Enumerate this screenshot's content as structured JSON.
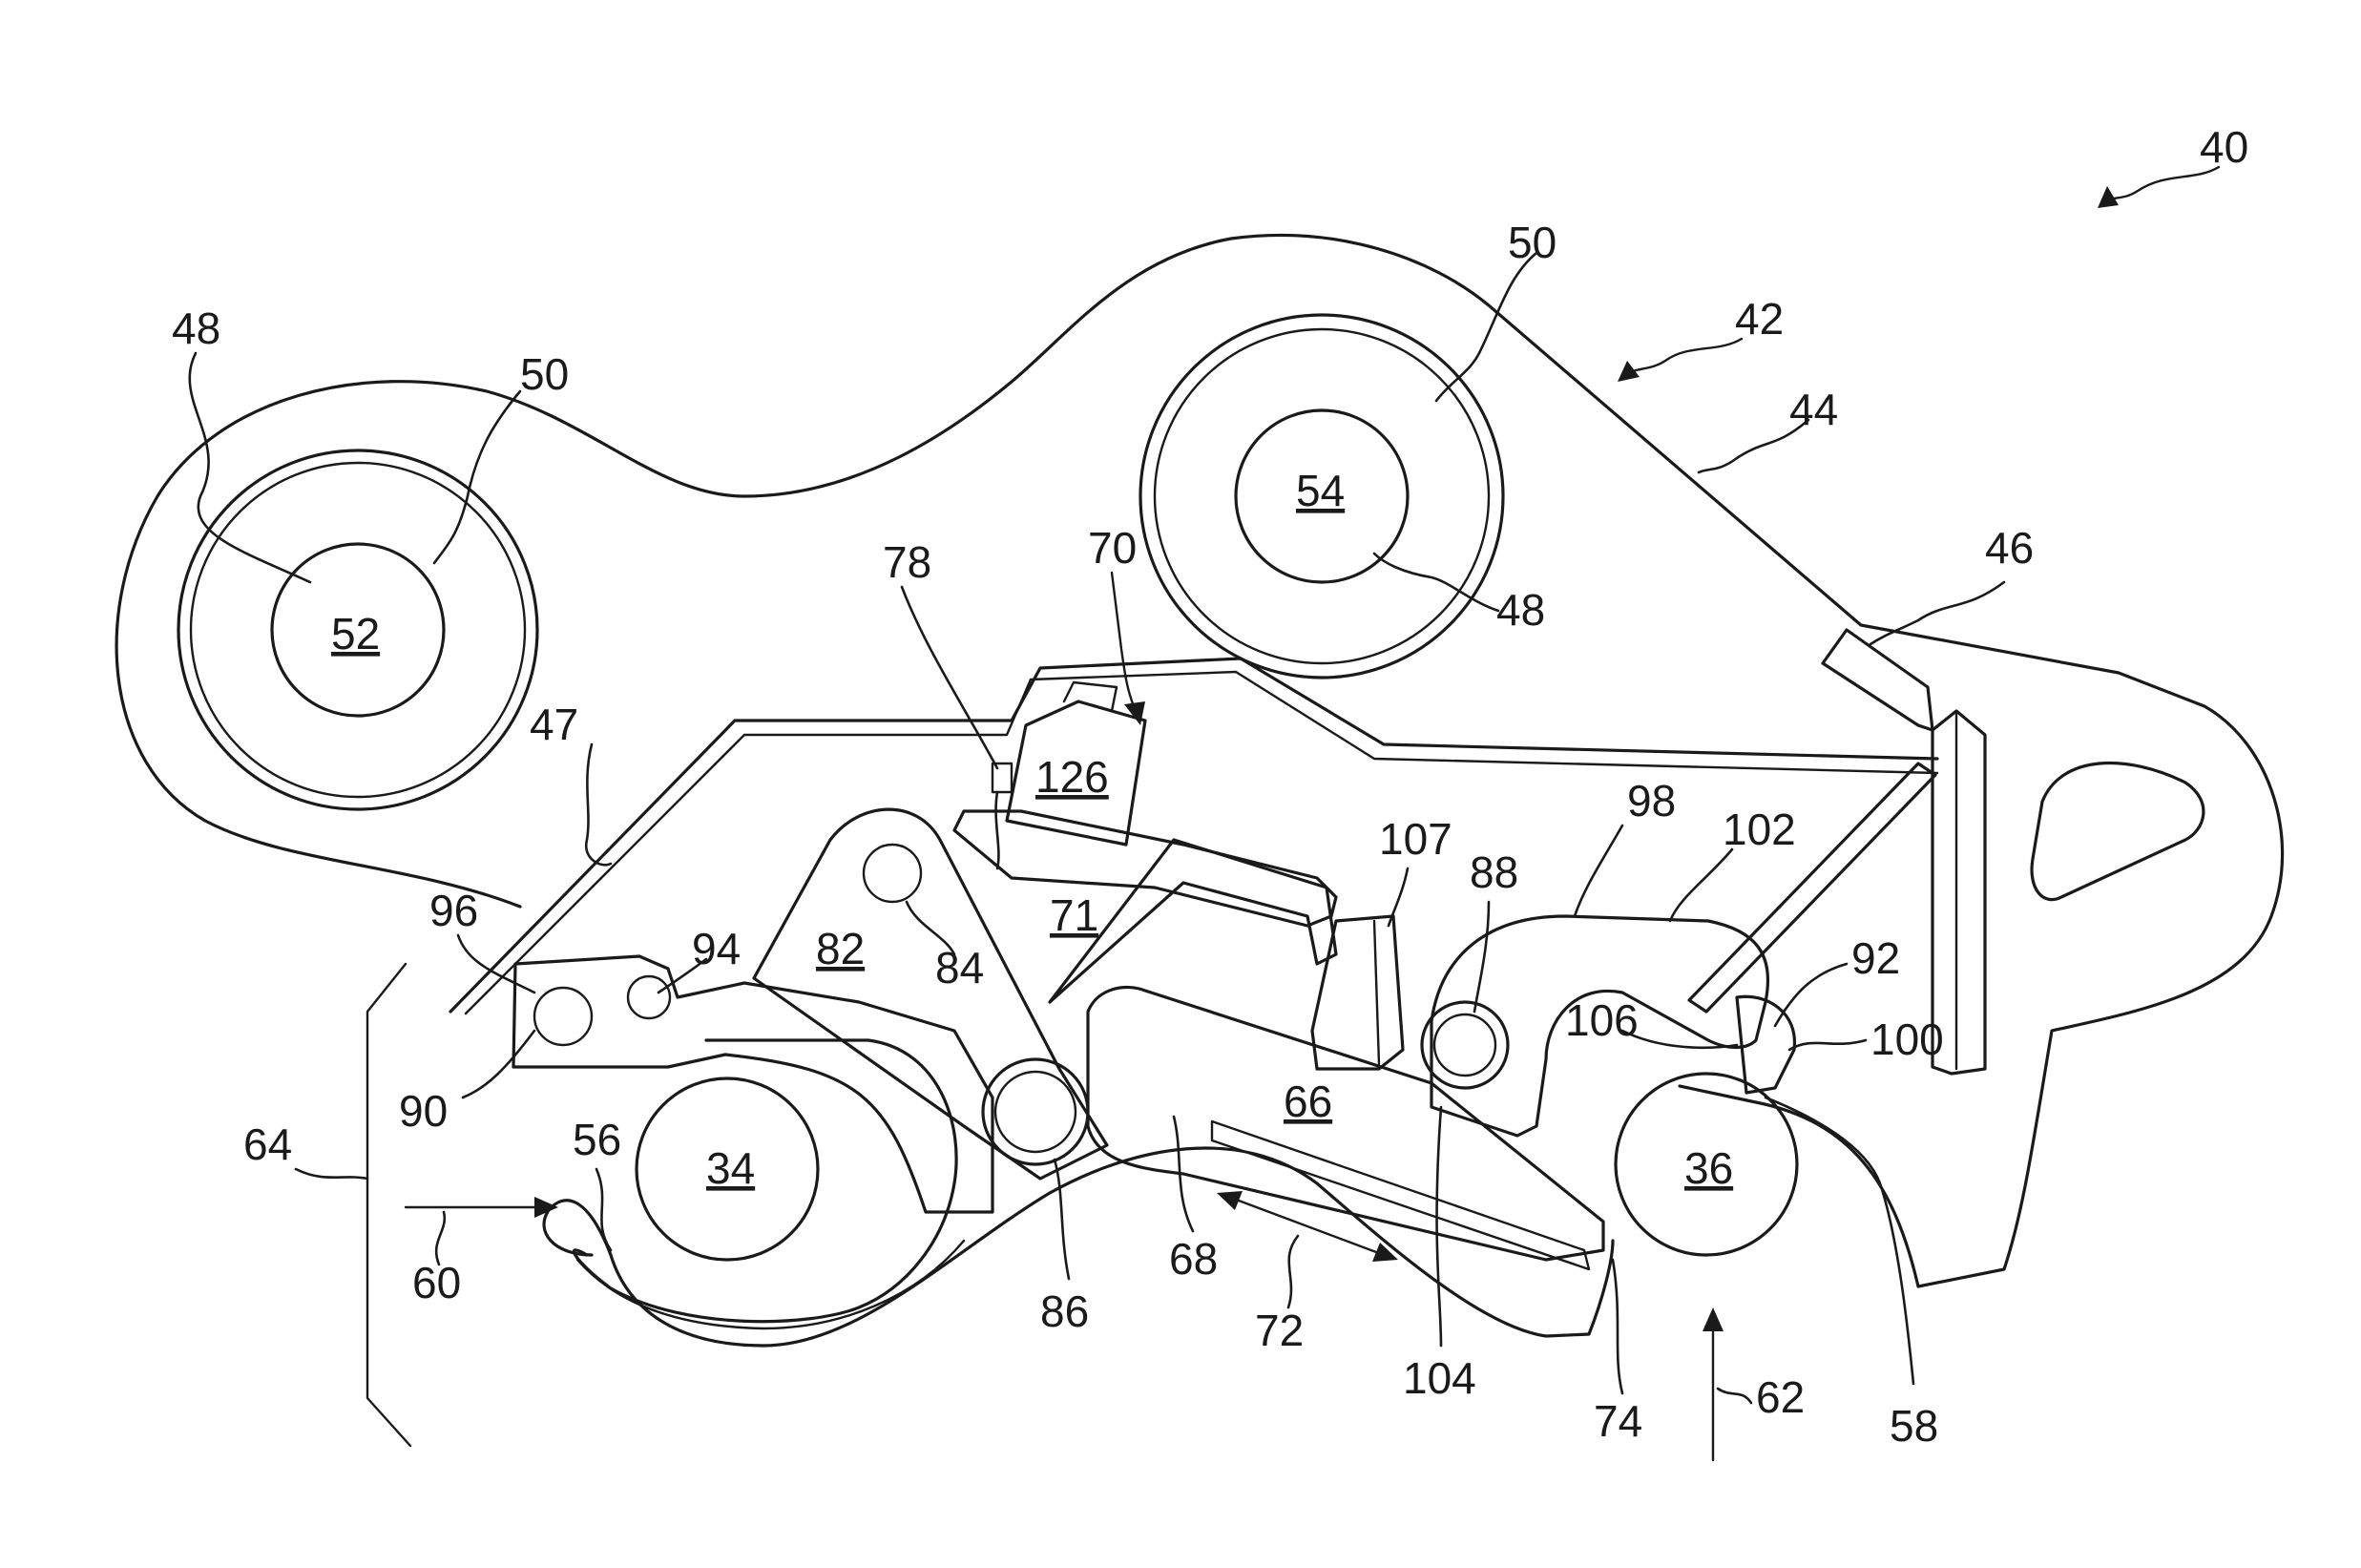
{
  "labels": {
    "l40": "40",
    "l42": "42",
    "l44": "44",
    "l46": "46",
    "l47": "47",
    "l48a": "48",
    "l48b": "48",
    "l50a": "50",
    "l50b": "50",
    "l52": "52",
    "l54": "54",
    "l56": "56",
    "l58": "58",
    "l60": "60",
    "l62": "62",
    "l64": "64",
    "l66": "66",
    "l68": "68",
    "l70": "70",
    "l71": "71",
    "l72": "72",
    "l74": "74",
    "l78": "78",
    "l82": "82",
    "l84": "84",
    "l86": "86",
    "l88": "88",
    "l90": "90",
    "l92": "92",
    "l94": "94",
    "l96": "96",
    "l98": "98",
    "l100": "100",
    "l102": "102",
    "l104": "104",
    "l106": "106",
    "l107": "107",
    "l126": "126",
    "l34": "34",
    "l36": "36"
  }
}
